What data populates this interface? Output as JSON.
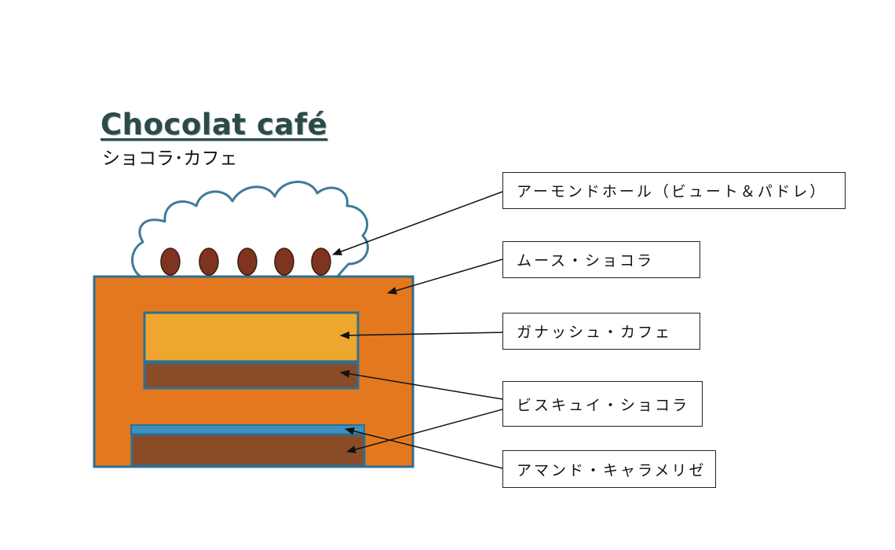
{
  "header": {
    "title": "Chocolat café",
    "subtitle": "ショコラ･カフェ"
  },
  "labels": {
    "almond": "アーモンドホール（ビュート＆パドレ）",
    "mousse": "ムース・ショコラ",
    "ganache": "ガナッシュ・カフェ",
    "biscuit": "ビスキュイ・ショコラ",
    "amande": "アマンド・キャラメリゼ"
  },
  "colors": {
    "mousse": "#e3781f",
    "ganache": "#eea62e",
    "biscuit": "#8a4b27",
    "outline": "#2d6f92",
    "almond": "#7f3420",
    "cream_outline": "#3f7a9a"
  }
}
